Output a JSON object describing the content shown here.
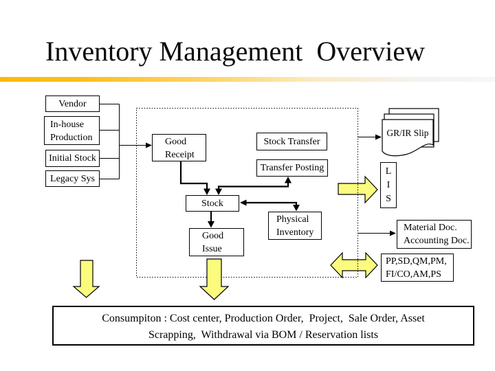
{
  "slide": {
    "title": "Inventory Management  Overview"
  },
  "sources": {
    "vendor": "Vendor",
    "in_house": "In-house Production",
    "initial_stock": "Initial Stock",
    "legacy_sys": "Legacy Sys"
  },
  "process": {
    "good_receipt": "Good Receipt",
    "stock_transfer": "Stock Transfer",
    "transfer_posting": "Transfer Posting",
    "stock": "Stock",
    "physical_inventory": "Physical Inventory",
    "good_issue": "Good Issue"
  },
  "outputs": {
    "grir_slip": "GR/IR Slip",
    "lis": {
      "letters": [
        "L",
        "I",
        "S"
      ]
    },
    "material_doc": {
      "line1": "Material Doc.",
      "line2": "Accounting Doc."
    },
    "modules": {
      "line1": "PP,SD,QM,PM,",
      "line2": "FI/CO,AM,PS"
    }
  },
  "consumption": {
    "line1": "Consumpiton : Cost center, Production Order,  Project,  Sale Order, Asset",
    "line2": "Scrapping,  Withdrawal via BOM / Reservation lists"
  },
  "colors": {
    "accent_gold": "#FBB90B",
    "arrow_yellow": "#FBFB7E"
  }
}
